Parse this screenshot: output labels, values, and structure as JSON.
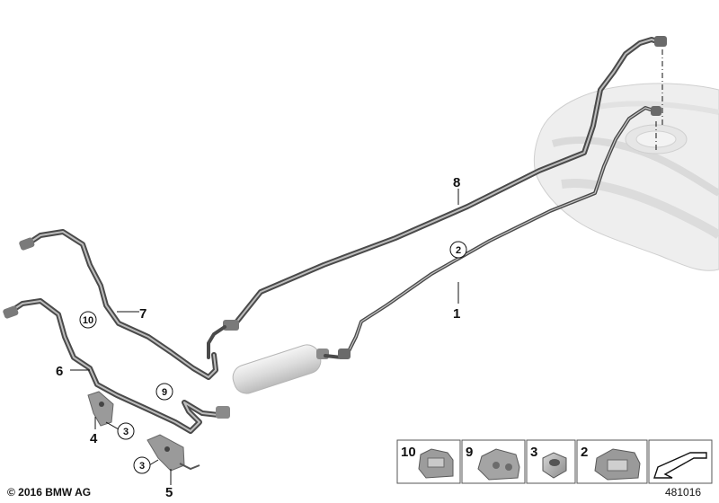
{
  "callouts": {
    "c1": "1",
    "c2": "2",
    "c3a": "3",
    "c3b": "3",
    "c4": "4",
    "c5": "5",
    "c6": "6",
    "c7": "7",
    "c8": "8",
    "c9": "9",
    "c10": "10"
  },
  "legend": {
    "items": [
      {
        "number": "10"
      },
      {
        "number": "9"
      },
      {
        "number": "3"
      },
      {
        "number": "2"
      }
    ]
  },
  "footer": {
    "copyright": "© 2016 BMW AG",
    "drawing_number": "481016"
  }
}
